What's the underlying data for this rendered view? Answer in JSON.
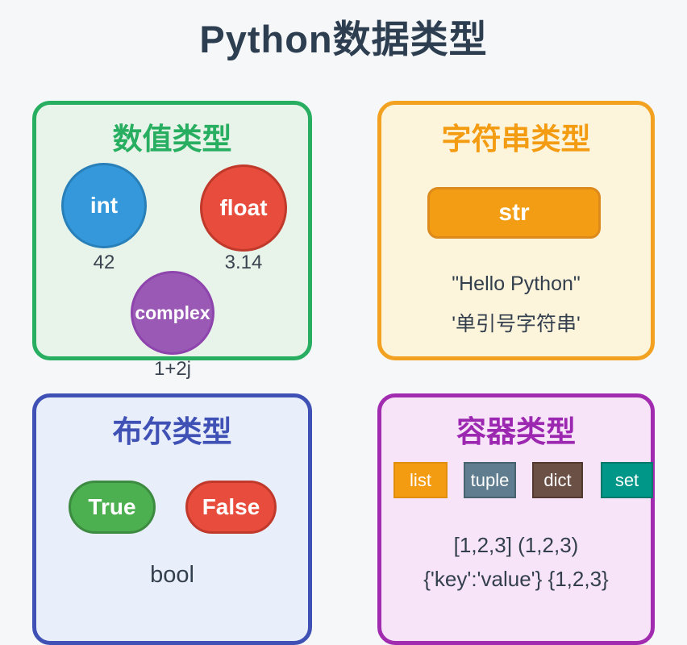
{
  "page": {
    "title": "Python数据类型",
    "background_color": "#f5f7f9",
    "title_color": "#2d3e50"
  },
  "sections": {
    "numeric": {
      "title": "数值类型",
      "accent_color": "#27ae60",
      "background_color": "#e8f4e9",
      "types": [
        {
          "name": "int",
          "example": "42",
          "fill_color": "#3498db",
          "border_color": "#2980b9"
        },
        {
          "name": "float",
          "example": "3.14",
          "fill_color": "#e74c3c",
          "border_color": "#c0392b"
        },
        {
          "name": "complex",
          "example": "1+2j",
          "fill_color": "#9b59b6",
          "border_color": "#8e44ad"
        }
      ]
    },
    "string": {
      "title": "字符串类型",
      "accent_color": "#f39c12",
      "background_color": "#fdf4dc",
      "type_name": "str",
      "type_fill_color": "#f29d13",
      "examples": [
        "\"Hello Python\"",
        "'单引号字符串'"
      ]
    },
    "boolean": {
      "title": "布尔类型",
      "accent_color": "#3f51b5",
      "background_color": "#e9eefb",
      "type_name": "bool",
      "values": [
        {
          "label": "True",
          "fill_color": "#4caf50",
          "border_color": "#3d8b40"
        },
        {
          "label": "False",
          "fill_color": "#e74c3c",
          "border_color": "#c0392b"
        }
      ]
    },
    "container": {
      "title": "容器类型",
      "accent_color": "#9c27b0",
      "background_color": "#f7e4f8",
      "types": [
        {
          "label": "list",
          "fill_color": "#f39c12"
        },
        {
          "label": "tuple",
          "fill_color": "#5f7d8e"
        },
        {
          "label": "dict",
          "fill_color": "#6b5046"
        },
        {
          "label": "set",
          "fill_color": "#009688"
        }
      ],
      "examples": [
        "[1,2,3] (1,2,3)",
        "{'key':'value'} {1,2,3}"
      ]
    }
  }
}
